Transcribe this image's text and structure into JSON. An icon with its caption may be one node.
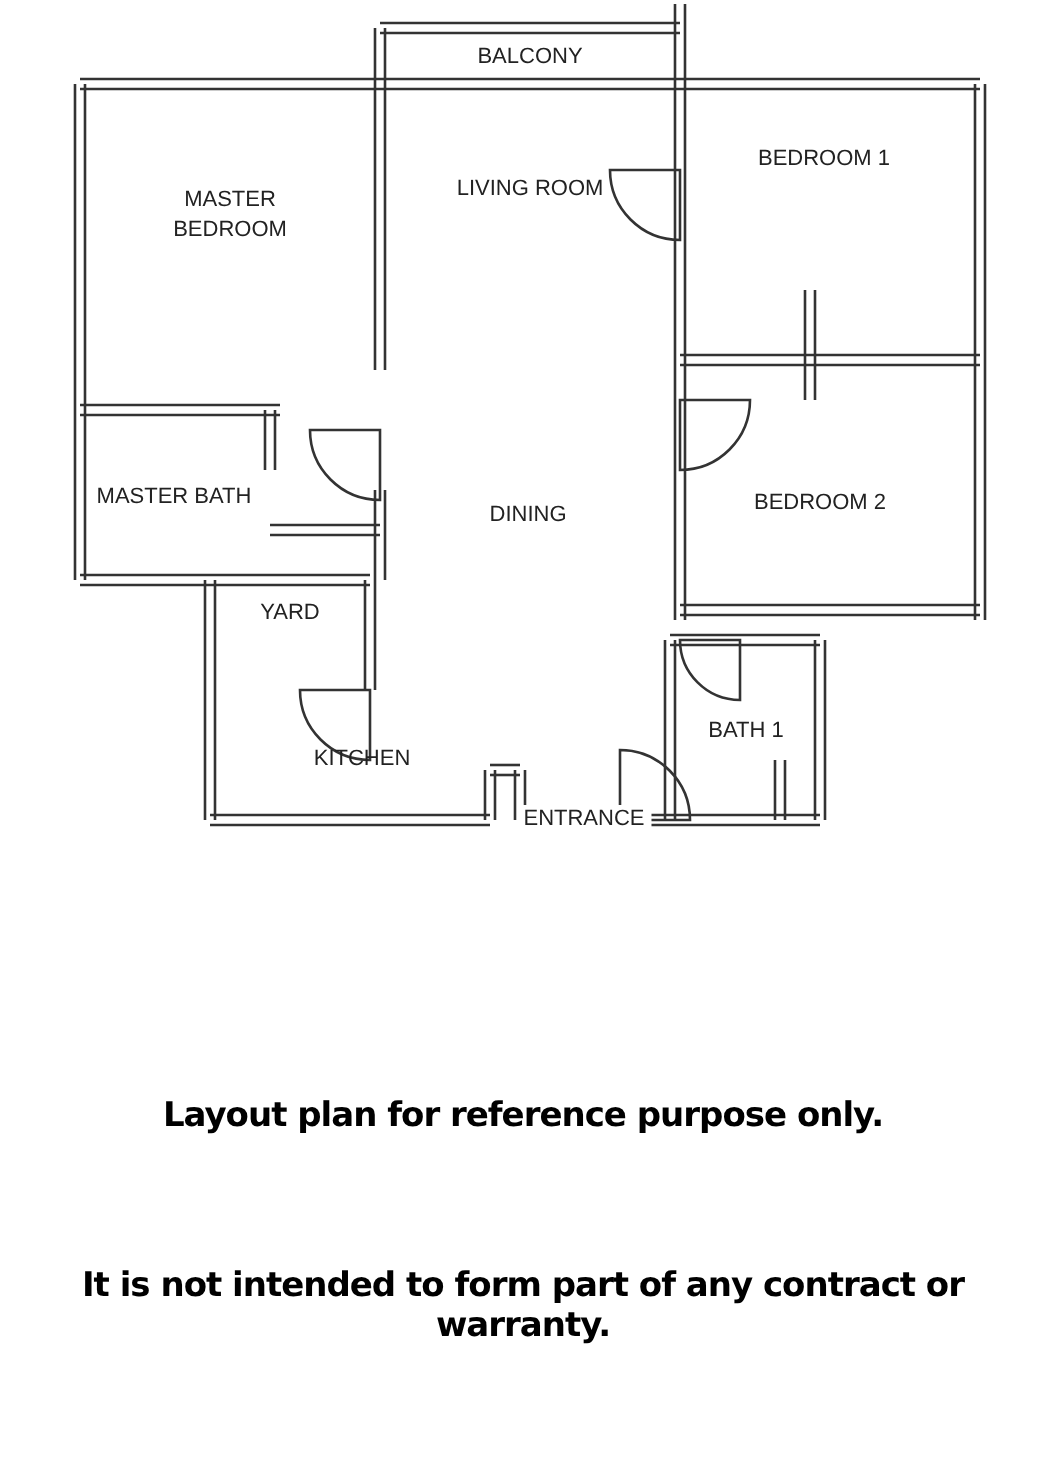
{
  "diagram": {
    "labels": [
      "BALCONY",
      "BEDROOM 1",
      "MASTER BEDROOM",
      "LIVING ROOM",
      "MASTER BATH",
      "DINING",
      "BEDROOM 2",
      "YARD",
      "BATH 1",
      "KITCHEN",
      "ENTRANCE",
      "Layout plan for reference purpose only.",
      "It is not intended to form part of any contract or warranty."
    ]
  }
}
